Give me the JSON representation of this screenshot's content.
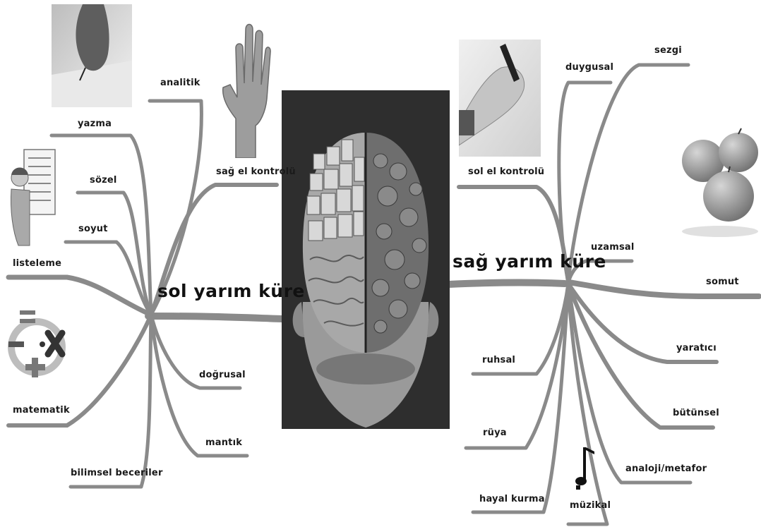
{
  "left_hemisphere": {
    "title": "sol yarım küre",
    "branches": [
      "analitik",
      "yazma",
      "sözel",
      "soyut",
      "listeleme",
      "sağ el kontrolü",
      "doğrusal",
      "mantık",
      "matematik",
      "bilimsel beceriler"
    ]
  },
  "right_hemisphere": {
    "title": "sağ yarım küre",
    "branches": [
      "duygusal",
      "sezgi",
      "sol el kontrolü",
      "uzamsal",
      "somut",
      "yaratıcı",
      "ruhsal",
      "bütünsel",
      "rüya",
      "analoji/metafor",
      "hayal kurma",
      "müzikal"
    ]
  },
  "colors": {
    "branch": "#8a8a8a",
    "background": "#ffffff",
    "brain_bg": "#2e2e2e"
  },
  "icons": [
    "writing-hand-icon",
    "raised-hand-icon",
    "list-person-icon",
    "math-symbols-icon",
    "brain-icon",
    "left-hand-pen-icon",
    "apples-icon",
    "music-note-icon"
  ]
}
